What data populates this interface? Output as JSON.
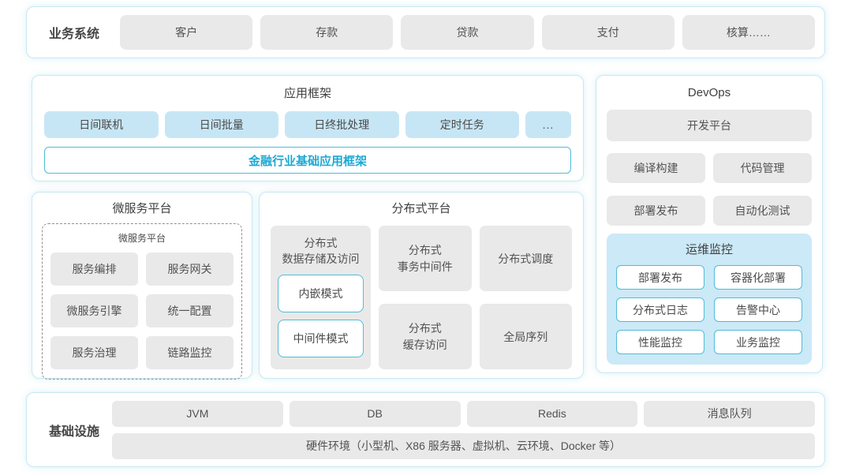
{
  "colors": {
    "accent_teal_text": "#1ca9d4",
    "accent_teal_border": "#4fbcd7",
    "panel_border": "#c9e8f1",
    "light_blue_fill": "#c7e6f5",
    "monitor_panel_fill": "#cbe9f7",
    "gray_fill": "#e9e9e9",
    "text": "#4f4f4f"
  },
  "business": {
    "label": "业务系统",
    "items": [
      "客户",
      "存款",
      "贷款",
      "支付",
      "核算……"
    ]
  },
  "app_framework": {
    "title": "应用框架",
    "modules": [
      "日间联机",
      "日间批量",
      "日终批处理",
      "定时任务",
      "..."
    ],
    "base": "金融行业基础应用框架"
  },
  "devops": {
    "title": "DevOps",
    "platform": "开发平台",
    "tools": [
      "编译构建",
      "代码管理",
      "部署发布",
      "自动化测试"
    ],
    "monitoring": {
      "title": "运维监控",
      "items": [
        "部署发布",
        "容器化部署",
        "分布式日志",
        "告警中心",
        "性能监控",
        "业务监控"
      ]
    }
  },
  "microservice": {
    "title": "微服务平台",
    "inner_title": "微服务平台",
    "items": [
      "服务编排",
      "服务网关",
      "微服务引擎",
      "统一配置",
      "服务治理",
      "链路监控"
    ]
  },
  "distributed": {
    "title": "分布式平台",
    "storage": {
      "label": "分布式\n数据存储及访问",
      "modes": [
        "内嵌模式",
        "中间件模式"
      ]
    },
    "columns": [
      [
        "分布式\n事务中间件",
        "分布式\n缓存访问"
      ],
      [
        "分布式调度",
        "全局序列"
      ]
    ]
  },
  "infrastructure": {
    "label": "基础设施",
    "items": [
      "JVM",
      "DB",
      "Redis",
      "消息队列"
    ],
    "hardware": "硬件环境（小型机、X86 服务器、虚拟机、云环境、Docker 等）"
  }
}
